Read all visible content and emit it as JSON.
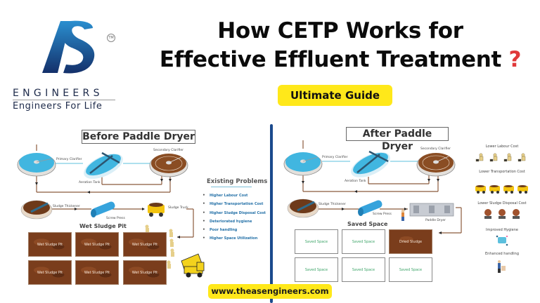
{
  "brand": {
    "logo_letters": "AS",
    "trademark": "TM",
    "name": "ENGINEERS",
    "tagline": "Engineers For Life",
    "primary_color": "#1b4a8d"
  },
  "header": {
    "title_line1": "How CETP Works for",
    "title_line2": "Effective Effluent Treatment",
    "title_mark": "?",
    "badge": "Ultimate Guide",
    "badge_color": "#ffe81a",
    "mark_color": "#e0393a"
  },
  "before": {
    "title": "Before Paddle Dryer",
    "labels": {
      "primary_clarifier": "Primary Clarifier",
      "aeration_tank": "Aeration Tank",
      "secondary_clarifier": "Secondary Clarifier",
      "sludge_thickener": "Sludge Thickener",
      "screw_press": "Screw Press",
      "sludge_truck": "Sludge Truck"
    },
    "pit_section_title": "Wet Sludge Pit",
    "pits": [
      "Wet Sludge Pit",
      "Wet Sludge Pit",
      "Wet Sludge Pit",
      "Wet Sludge Pit",
      "Wet Sludge Pit",
      "Wet Sludge Pit"
    ],
    "problems_title": "Existing Problems",
    "problems": [
      "Higher Labour Cost",
      "Higher Transportation Cost",
      "Higher Sludge Disposal Cost",
      "Deteriorated hygiene",
      "Poor handling",
      "Higher Space Utilization"
    ]
  },
  "after": {
    "title": "After Paddle Dryer",
    "labels": {
      "primary_clarifier": "Primary Clarifier",
      "aeration_tank": "Aeration Tank",
      "secondary_clarifier": "Secondary Clarifier",
      "sludge_thickener": "Sludge Thickener",
      "screw_press": "Screw Press",
      "paddle_dryer": "Paddle Dryer"
    },
    "space_section_title": "Saved Space",
    "boxes": [
      "Saved Space",
      "Saved Space",
      "Dried Sludge",
      "Saved Space",
      "Saved Space",
      "Saved Space"
    ],
    "benefits": [
      {
        "label": "Lower Labour Cost",
        "icon": "worker-icon",
        "count": 4
      },
      {
        "label": "Lower Transportation Cost",
        "icon": "truck-icon",
        "count": 4
      },
      {
        "label": "Lower Sludge Disposal Cost",
        "icon": "money-bag-icon",
        "count": 3
      },
      {
        "label": "Improved Hygiene",
        "icon": "hygiene-icon",
        "count": 1
      },
      {
        "label": "Enhanced handling",
        "icon": "handling-icon",
        "count": 1
      }
    ]
  },
  "footer": {
    "url": "www.theasengineers.com"
  }
}
